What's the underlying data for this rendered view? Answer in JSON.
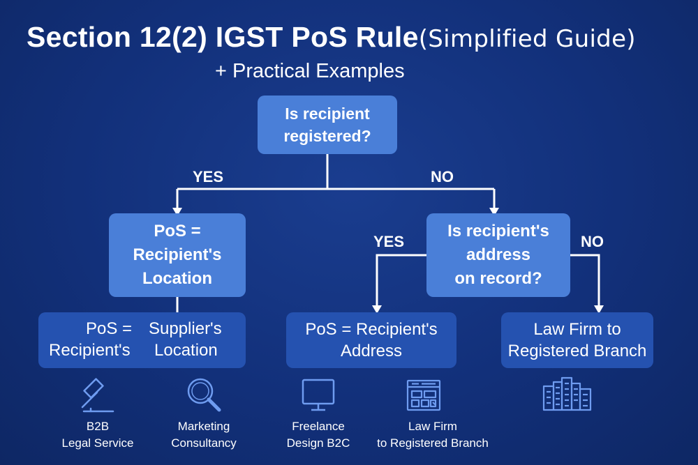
{
  "title": {
    "main": "Section 12(2) IGST PoS Rule",
    "paren": "(Simplified Guide)",
    "subtitle": "+ Practical Examples"
  },
  "flow": {
    "q1": {
      "line1": "Is recipient",
      "line2": "registered?"
    },
    "q1_yes": "YES",
    "q1_no": "NO",
    "pos_recipient": {
      "line1": "PoS =",
      "line2": "Recipient's",
      "line3": "Location"
    },
    "q2": {
      "line1": "Is recipient's",
      "line2": "address",
      "line3": "on record?"
    },
    "q2_yes": "YES",
    "q2_no": "NO",
    "split_box": {
      "left1": "PoS =",
      "left2": "Recipient's",
      "right1": "Supplier's",
      "right2": "Location"
    },
    "pos_address": {
      "line1": "PoS = Recipient's",
      "line2": "Address"
    },
    "lawfirm_box": {
      "line1": "Law Firm to",
      "line2": "Registered Branch"
    }
  },
  "examples": [
    {
      "icon": "gavel-icon",
      "line1": "B2B",
      "line2": "Legal Service"
    },
    {
      "icon": "magnifier-icon",
      "line1": "Marketing",
      "line2": "Consultancy"
    },
    {
      "icon": "monitor-icon",
      "line1": "Freelance",
      "line2": "Design B2C"
    },
    {
      "icon": "floorplan-icon",
      "line1": "Law Firm",
      "line2": "to Registered Branch"
    },
    {
      "icon": "buildings-icon"
    }
  ],
  "colors": {
    "background": "#12307a",
    "box_light": "#4a7fd8",
    "box_dark": "#2552b0",
    "icon": "#6f9cf0",
    "text": "#ffffff"
  }
}
